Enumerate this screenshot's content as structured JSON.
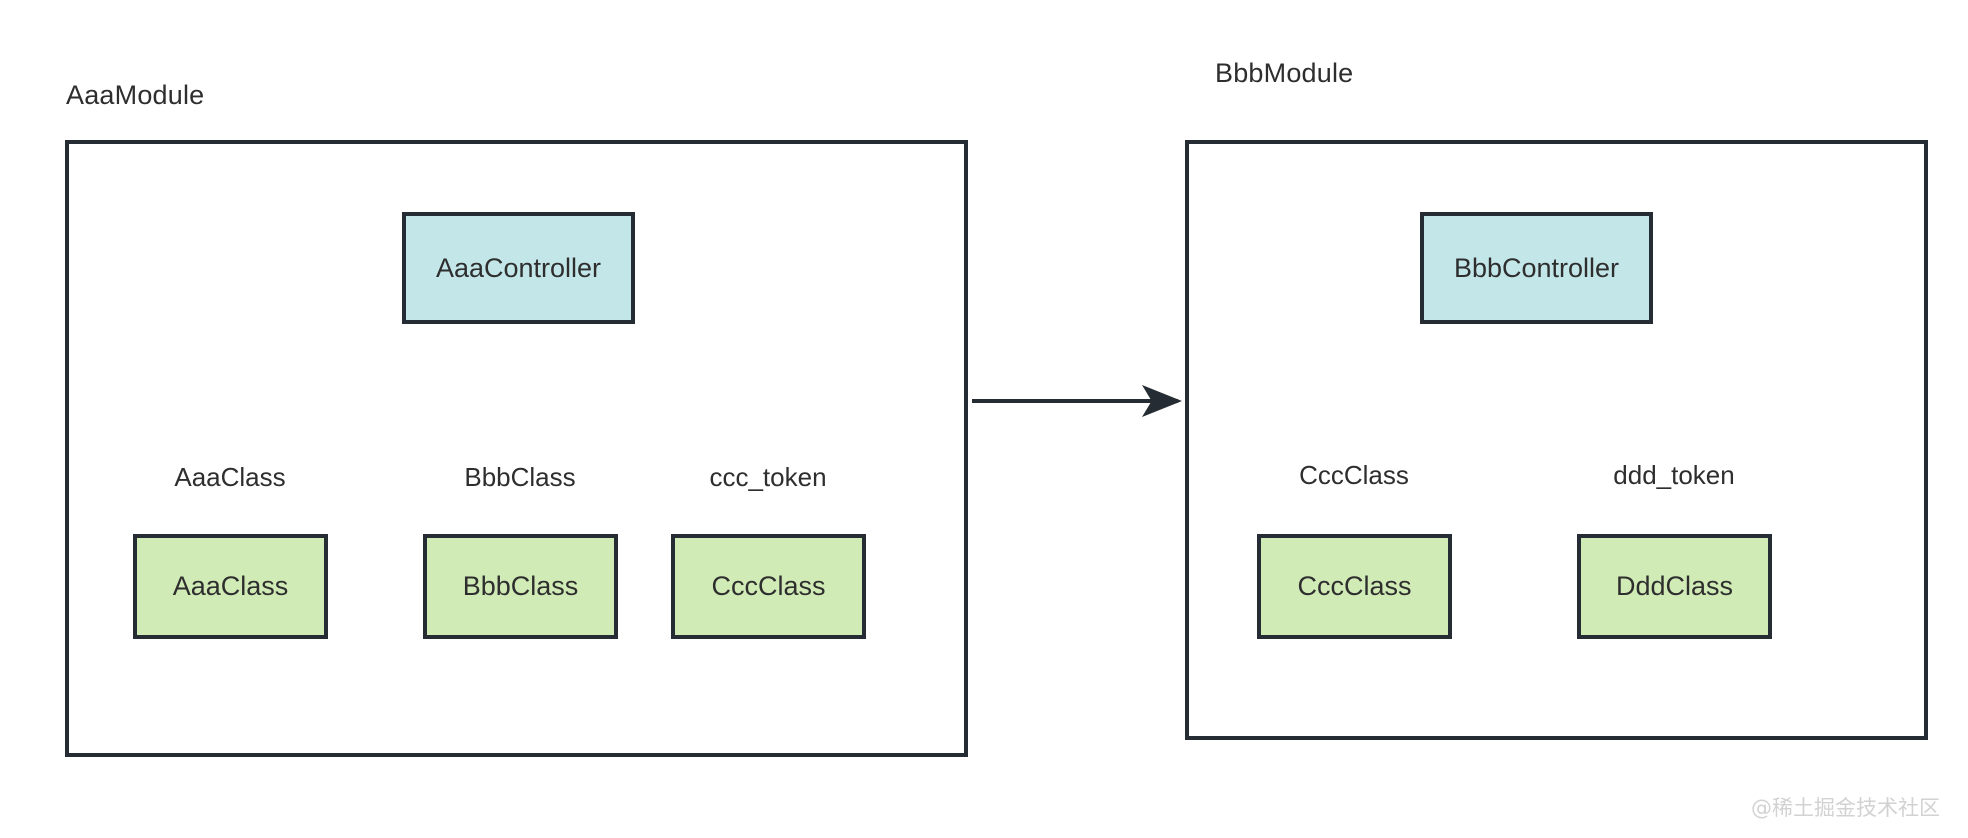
{
  "diagram": {
    "type": "module-dependency-diagram",
    "background_color": "#ffffff",
    "stroke_color": "#262c33",
    "text_color": "#2e2e2e",
    "controller_fill": "#c3e7e9",
    "class_fill": "#d0ebb6"
  },
  "modules": [
    {
      "id": "aaa-module",
      "label": "AaaModule",
      "controller": {
        "id": "aaa-controller",
        "label": "AaaController",
        "kind": "controller"
      },
      "providers": [
        {
          "id": "aaa-class",
          "label": "AaaClass",
          "token": "AaaClass",
          "kind": "class"
        },
        {
          "id": "bbb-class",
          "label": "BbbClass",
          "token": "BbbClass",
          "kind": "class"
        },
        {
          "id": "ccc-class",
          "label": "CccClass",
          "token": "ccc_token",
          "kind": "class"
        }
      ]
    },
    {
      "id": "bbb-module",
      "label": "BbbModule",
      "controller": {
        "id": "bbb-controller",
        "label": "BbbController",
        "kind": "controller"
      },
      "providers": [
        {
          "id": "ccc-class-2",
          "label": "CccClass",
          "token": "CccClass",
          "kind": "class"
        },
        {
          "id": "ddd-class",
          "label": "DddClass",
          "token": "ddd_token",
          "kind": "class"
        }
      ]
    }
  ],
  "module_edge": {
    "from": "aaa-module",
    "to": "bbb-module",
    "label": ""
  },
  "watermark": "@稀土掘金技术社区"
}
